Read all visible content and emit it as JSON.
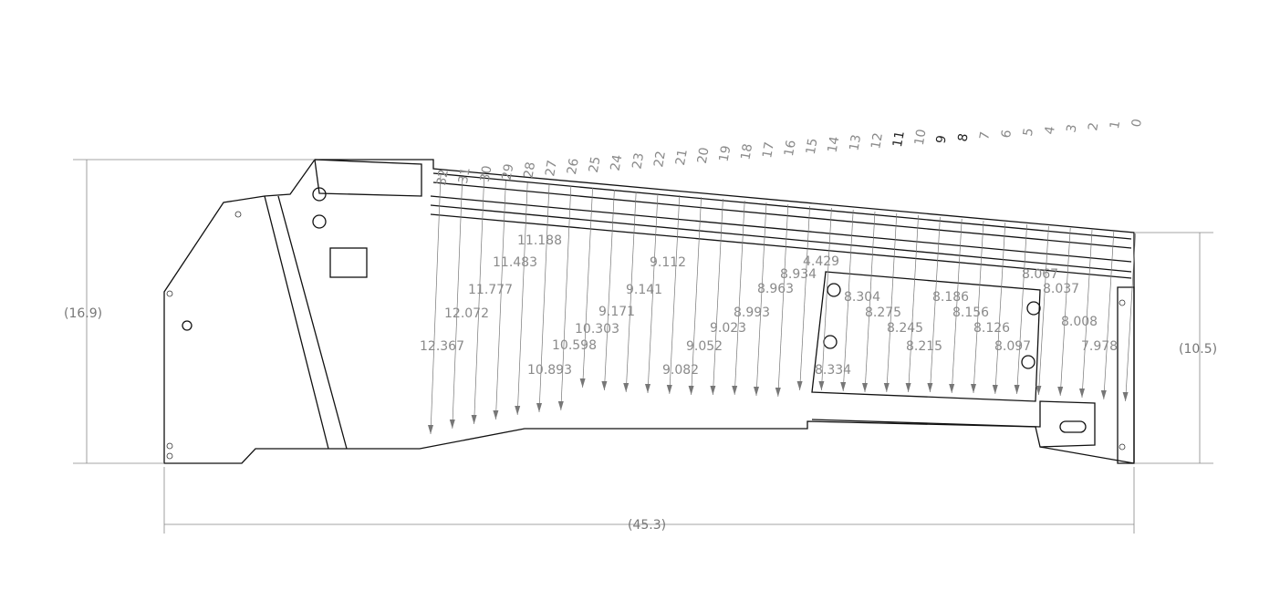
{
  "overall_dimensions": {
    "height_left": "(16.9)",
    "height_right": "(10.5)",
    "length": "(45.3)"
  },
  "stations": [
    "0",
    "1",
    "2",
    "3",
    "4",
    "5",
    "6",
    "7",
    "8",
    "9",
    "10",
    "11",
    "12",
    "13",
    "14",
    "15",
    "16",
    "17",
    "18",
    "19",
    "20",
    "21",
    "22",
    "23",
    "24",
    "25",
    "26",
    "27",
    "28",
    "29",
    "30",
    "31",
    "32"
  ],
  "depth_values": [
    "12.367",
    "12.072",
    "11.777",
    "11.483",
    "11.188",
    "10.893",
    "10.598",
    "10.303",
    "9.171",
    "9.141",
    "9.112",
    "9.082",
    "9.052",
    "9.023",
    "8.993",
    "8.963",
    "8.934",
    "4.429",
    "8.334",
    "8.304",
    "8.275",
    "8.245",
    "8.215",
    "8.186",
    "8.156",
    "8.126",
    "8.097",
    "8.067",
    "8.037",
    "8.008",
    "7.978"
  ],
  "colors": {
    "line": "#111111",
    "dimension": "#888888"
  }
}
